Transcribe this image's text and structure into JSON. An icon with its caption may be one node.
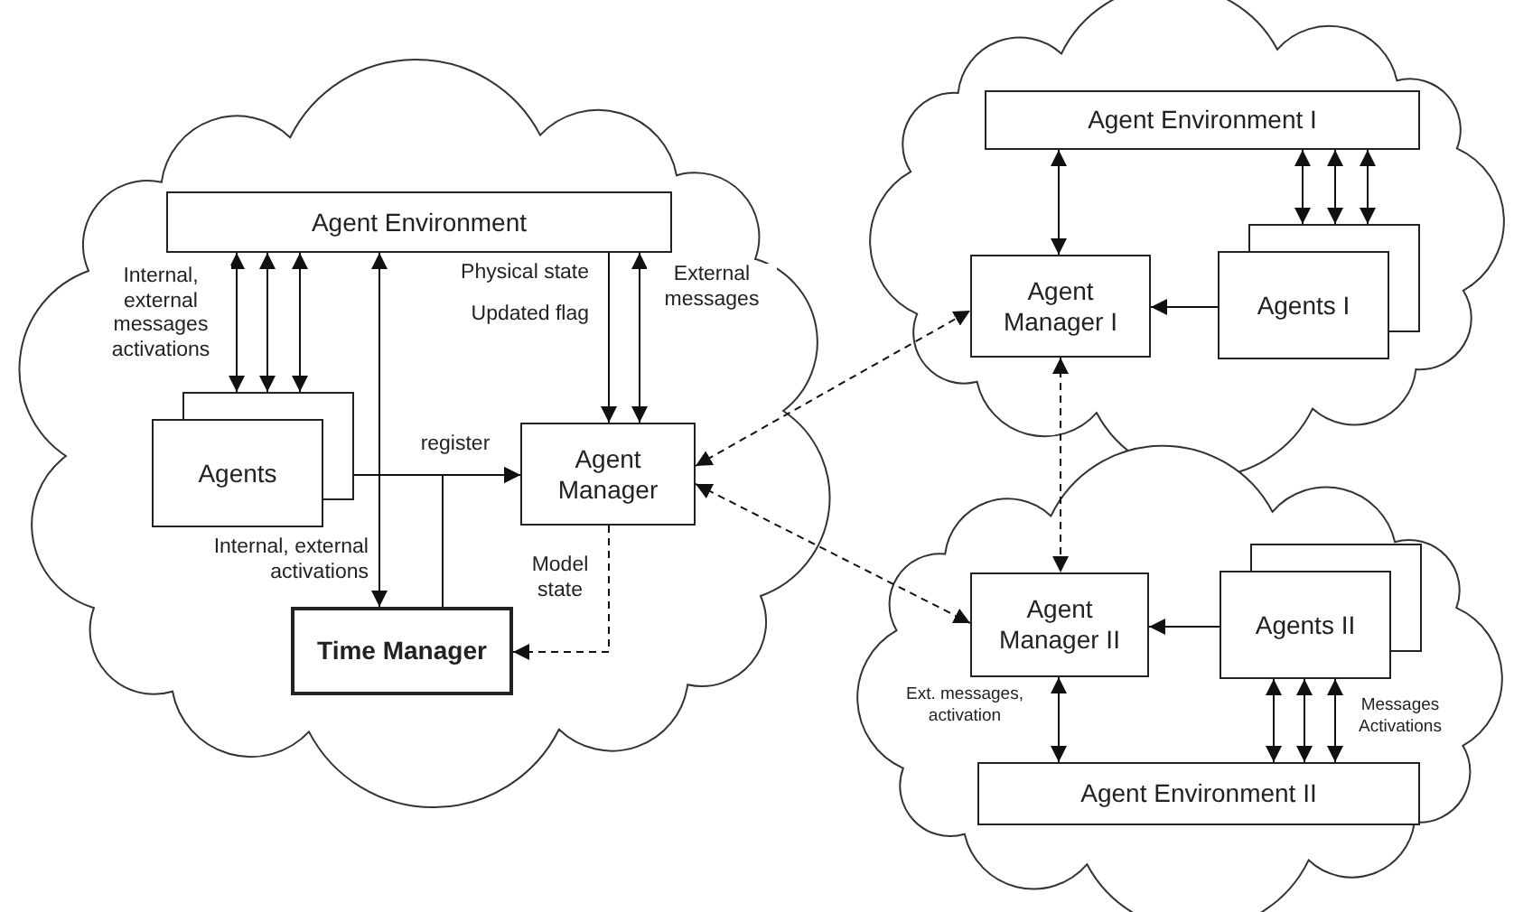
{
  "diagram": {
    "nodes": [
      {
        "text": [],
        "shape": "cloud"
      },
      {
        "text": [
          "Agent Environment"
        ],
        "in": 0
      },
      {
        "text": [
          "Agents"
        ],
        "in": 0
      },
      {
        "text": [
          "Agent Manager"
        ],
        "in": 0
      },
      {
        "text": [
          "Time Manager"
        ],
        "in": 0
      },
      {
        "text": [],
        "shape": "cloud"
      },
      {
        "text": [
          "Agent Environment I"
        ],
        "in": 5
      },
      {
        "text": [
          "Agent Manager I"
        ],
        "in": 5
      },
      {
        "text": [
          "Agents I"
        ],
        "in": 5
      },
      {
        "text": [],
        "shape": "cloud"
      },
      {
        "text": [
          "Agent Manager II"
        ],
        "in": 9
      },
      {
        "text": [
          "Agents II"
        ],
        "in": 9
      },
      {
        "text": [
          "Agent Environment II"
        ],
        "in": 9
      }
    ],
    "edges": [
      {
        "from": 1,
        "to": 2,
        "arrow": "both",
        "label": "Internal, external messages activations"
      },
      {
        "from": 1,
        "to": 2,
        "arrow": "both"
      },
      {
        "from": 1,
        "to": 2,
        "arrow": "both"
      },
      {
        "from": 1,
        "to": 4,
        "arrow": "both",
        "label": "Internal, external activations"
      },
      {
        "from": 1,
        "to": 3,
        "arrow": "to",
        "label": "Physical state Updated flag"
      },
      {
        "from": 1,
        "to": 3,
        "arrow": "both",
        "label": "External messages"
      },
      {
        "from": 2,
        "to": 3,
        "arrow": "to",
        "label": "register"
      },
      {
        "from": 4,
        "to": 3,
        "arrow": "to"
      },
      {
        "from": 3,
        "to": 4,
        "arrow": "to",
        "style": "dashed",
        "label": "Model state"
      },
      {
        "from": 3,
        "to": 7,
        "arrow": "both",
        "style": "dashed"
      },
      {
        "from": 3,
        "to": 10,
        "arrow": "both",
        "style": "dashed"
      },
      {
        "from": 7,
        "to": 10,
        "arrow": "both",
        "style": "dashed"
      },
      {
        "from": 6,
        "to": 7,
        "arrow": "both"
      },
      {
        "from": 6,
        "to": 8,
        "arrow": "both"
      },
      {
        "from": 6,
        "to": 8,
        "arrow": "both"
      },
      {
        "from": 6,
        "to": 8,
        "arrow": "both"
      },
      {
        "from": 8,
        "to": 7,
        "arrow": "to"
      },
      {
        "from": 11,
        "to": 10,
        "arrow": "to"
      },
      {
        "from": 10,
        "to": 12,
        "arrow": "both",
        "label": "Ext. messages, activation"
      },
      {
        "from": 11,
        "to": 12,
        "arrow": "both"
      },
      {
        "from": 11,
        "to": 12,
        "arrow": "both"
      },
      {
        "from": 11,
        "to": 12,
        "arrow": "both",
        "label": "Messages Activations"
      }
    ]
  }
}
